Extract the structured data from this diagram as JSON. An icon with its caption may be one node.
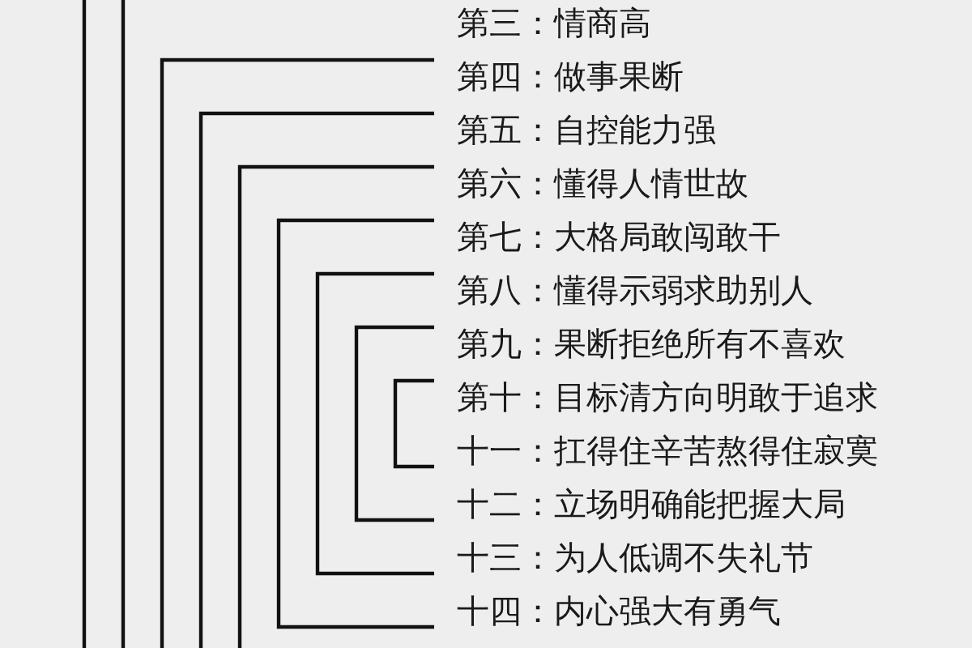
{
  "diagram": {
    "nodes": [
      {
        "text": [
          "第三：情商高"
        ]
      },
      {
        "text": [
          "第四：做事果断"
        ]
      },
      {
        "text": [
          "第五：自控能力强"
        ]
      },
      {
        "text": [
          "第六：懂得人情世故"
        ]
      },
      {
        "text": [
          "第七：大格局敢闯敢干"
        ]
      },
      {
        "text": [
          "第八：懂得示弱求助别人"
        ]
      },
      {
        "text": [
          "第九：果断拒绝所有不喜欢"
        ]
      },
      {
        "text": [
          "第十：目标清方向明敢于追求"
        ]
      },
      {
        "text": [
          "十一：扛得住辛苦熬得住寂寞"
        ]
      },
      {
        "text": [
          "十二：立场明确能把握大局"
        ]
      },
      {
        "text": [
          "十三：为人低调不失礼节"
        ]
      },
      {
        "text": [
          "十四：内心强大有勇气"
        ]
      }
    ],
    "edges": [
      {
        "from": 1,
        "to": null,
        "arrow": "none"
      },
      {
        "from": 2,
        "to": null,
        "arrow": "none"
      },
      {
        "from": 3,
        "to": null,
        "arrow": "none"
      },
      {
        "from": 4,
        "to": 11,
        "arrow": "none"
      },
      {
        "from": 5,
        "to": 10,
        "arrow": "none"
      },
      {
        "from": 6,
        "to": 9,
        "arrow": "none"
      },
      {
        "from": 7,
        "to": 8,
        "arrow": "none"
      }
    ]
  }
}
